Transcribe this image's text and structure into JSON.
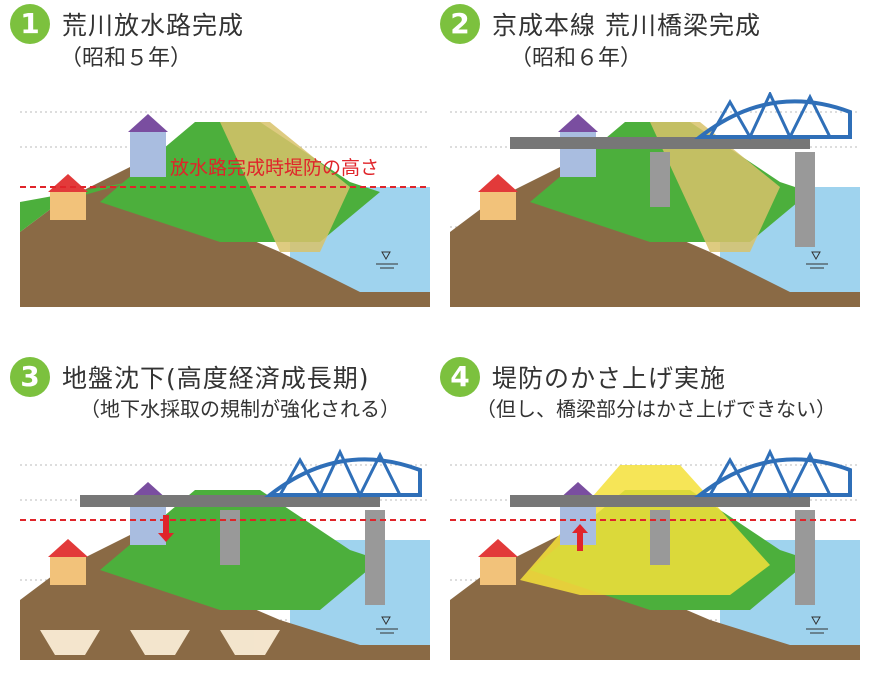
{
  "colors": {
    "badge": "#7cc13e",
    "grass": "#4caf3c",
    "soil": "#8a6a45",
    "water": "#9fd3ee",
    "bridge": "#2f6fb8",
    "dash": "#e0242a",
    "raise": "#f4e03a"
  },
  "panels": [
    {
      "num": "1",
      "title": "荒川放水路完成",
      "subtitle": "（昭和５年）",
      "annotation": "放水路完成時堤防の高さ"
    },
    {
      "num": "2",
      "title": "京成本線 荒川橋梁完成",
      "subtitle": "（昭和６年）"
    },
    {
      "num": "3",
      "title": "地盤沈下(高度経済成長期)",
      "subtitle": "（地下水採取の規制が強化される）"
    },
    {
      "num": "4",
      "title": "堤防のかさ上げ実施",
      "subtitle": "（但し、橋梁部分はかさ上げできない）"
    }
  ],
  "icons": {
    "water_level": "water-level-triangle-icon",
    "subsidence": "down-arrow-icon",
    "raise": "up-arrow-icon"
  }
}
